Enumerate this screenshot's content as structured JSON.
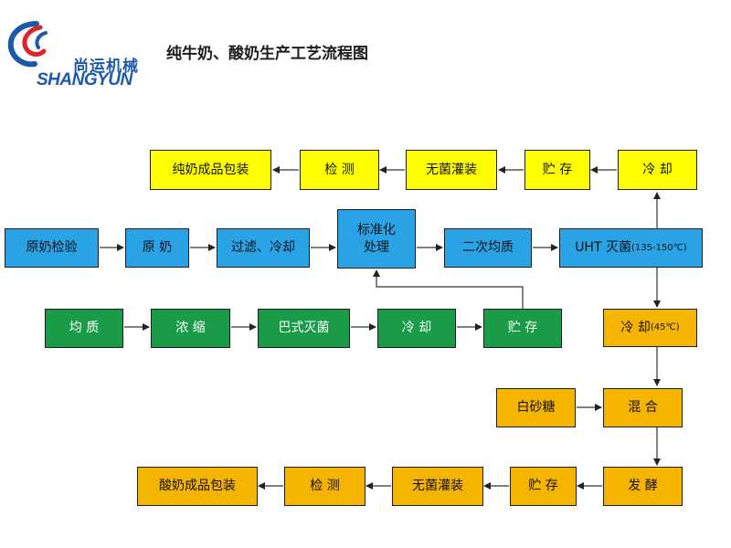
{
  "header": {
    "brand_cn": "尚运机械",
    "brand_en": "SHANGYUN",
    "title": "纯牛奶、酸奶生产工艺流程图"
  },
  "colors": {
    "yellow": "#ffff00",
    "blue": "#29a3e6",
    "green": "#1a9b48",
    "orange": "#f5b400",
    "brand": "#1a5aa8"
  },
  "rows": {
    "pure_milk": [
      "纯奶成品包装",
      "检 测",
      "无菌灌装",
      "贮 存",
      "冷 却"
    ],
    "main": [
      "原奶检验",
      "原 奶",
      "过滤、冷却",
      "标准化\n处理",
      "二次均质",
      "UHT 灭菌",
      "(135-150℃)"
    ],
    "whey": [
      "均 质",
      "浓 缩",
      "巴式灭菌",
      "冷 却",
      "贮 存"
    ],
    "yogurt_prep": [
      "冷 却",
      "(45℃)",
      "白砂糖",
      "混 合",
      "发 酵"
    ],
    "yogurt_out": [
      "酸奶成品包装",
      "检 测",
      "无菌灌装",
      "贮 存"
    ]
  }
}
